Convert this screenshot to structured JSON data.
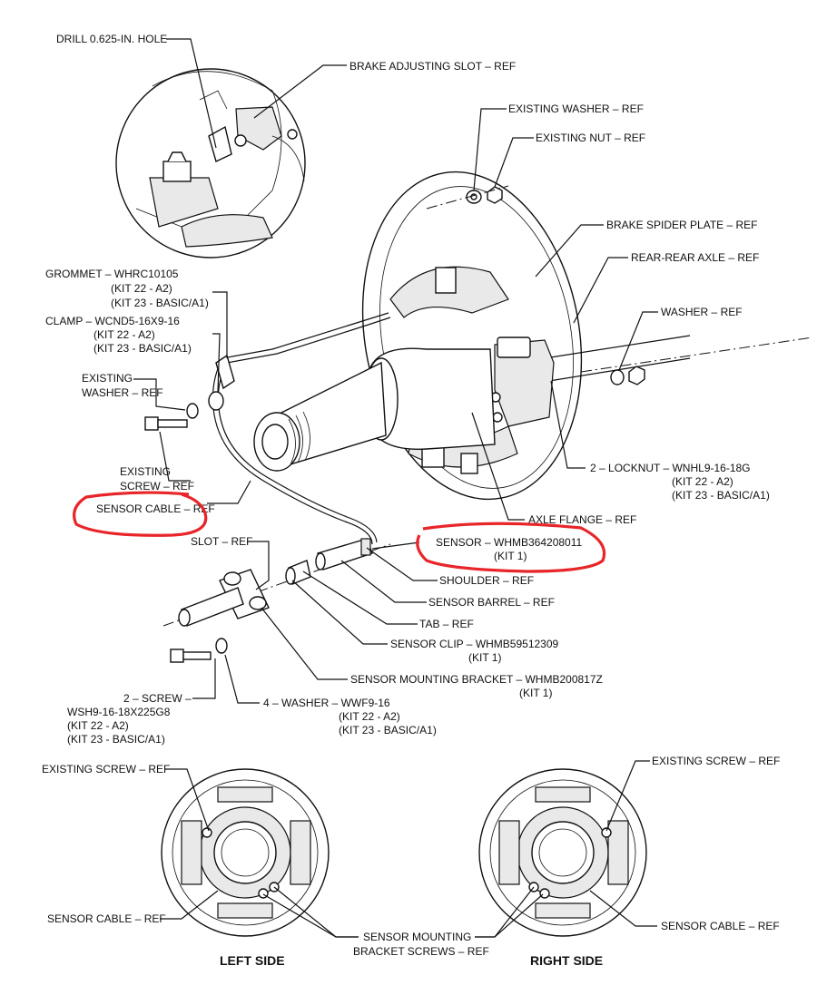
{
  "labels": {
    "drill_hole": "DRILL 0.625-IN. HOLE",
    "brake_adjusting_slot": "BRAKE ADJUSTING SLOT – REF",
    "existing_washer_top": "EXISTING WASHER – REF",
    "existing_nut": "EXISTING NUT – REF",
    "brake_spider_plate": "BRAKE SPIDER PLATE – REF",
    "rear_rear_axle": "REAR-REAR AXLE – REF",
    "washer": "WASHER – REF",
    "grommet": [
      "GROMMET – WHRC10105",
      "(KIT 22 - A2)",
      "(KIT 23 - BASIC/A1)"
    ],
    "clamp": [
      "CLAMP – WCND5-16X9-16",
      "(KIT 22 - A2)",
      "(KIT 23 - BASIC/A1)"
    ],
    "existing_washer_left": [
      "EXISTING",
      "WASHER – REF"
    ],
    "existing_screw": [
      "EXISTING",
      "SCREW – REF"
    ],
    "locknut": [
      "2 – LOCKNUT – WNHL9-16-18G",
      "(KIT 22 - A2)",
      "(KIT 23 - BASIC/A1)"
    ],
    "sensor_cable": "SENSOR CABLE – REF",
    "axle_flange": "AXLE FLANGE – REF",
    "sensor": [
      "SENSOR – WHMB364208011",
      "(KIT 1)"
    ],
    "slot": "SLOT – REF",
    "shoulder": "SHOULDER – REF",
    "sensor_barrel": "SENSOR BARREL – REF",
    "tab": "TAB – REF",
    "sensor_clip": [
      "SENSOR CLIP – WHMB59512309",
      "(KIT 1)"
    ],
    "sensor_mounting_bracket": [
      "SENSOR MOUNTING BRACKET – WHMB200817Z",
      "(KIT 1)"
    ],
    "screw": [
      "2 – SCREW –",
      "WSH9-16-18X225G8",
      "(KIT 22 - A2)",
      "(KIT 23 - BASIC/A1)"
    ],
    "washer4": [
      "4 – WASHER – WWF9-16",
      "(KIT 22 - A2)",
      "(KIT 23 - BASIC/A1)"
    ],
    "existing_screw_left": "EXISTING SCREW – REF",
    "existing_screw_right": "EXISTING SCREW – REF",
    "sensor_cable_left": "SENSOR CABLE – REF",
    "sensor_cable_right": "SENSOR CABLE – REF",
    "sensor_mounting_bracket_screws": [
      "SENSOR MOUNTING",
      "BRACKET SCREWS – REF"
    ],
    "left_side": "LEFT SIDE",
    "right_side": "RIGHT SIDE"
  },
  "colors": {
    "annotation_marker": "#e8262a",
    "line": "#111111",
    "background": "#ffffff"
  }
}
